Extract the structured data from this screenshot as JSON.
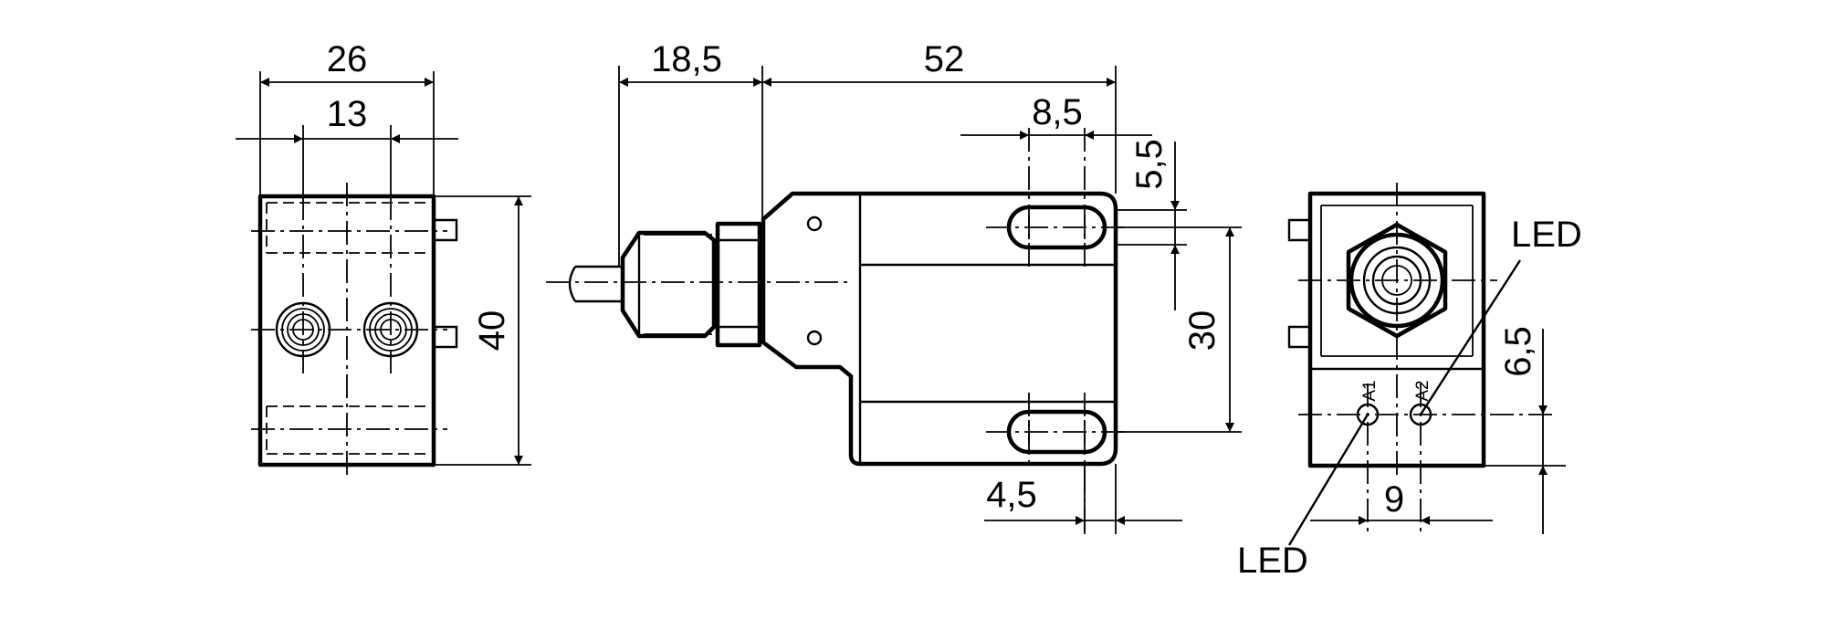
{
  "dimensions": {
    "left_width": "26",
    "left_spacing": "13",
    "left_height": "40",
    "cable_length": "18,5",
    "body_length": "52",
    "slot_length": "8,5",
    "slot_width": "5,5",
    "slot_spacing": "30",
    "slot_offset": "4,5",
    "led_spacing": "9",
    "led_height": "6,5"
  },
  "labels": {
    "led_top": "LED",
    "led_bottom": "LED",
    "pin_a1": "A1",
    "pin_a2": "A2"
  }
}
